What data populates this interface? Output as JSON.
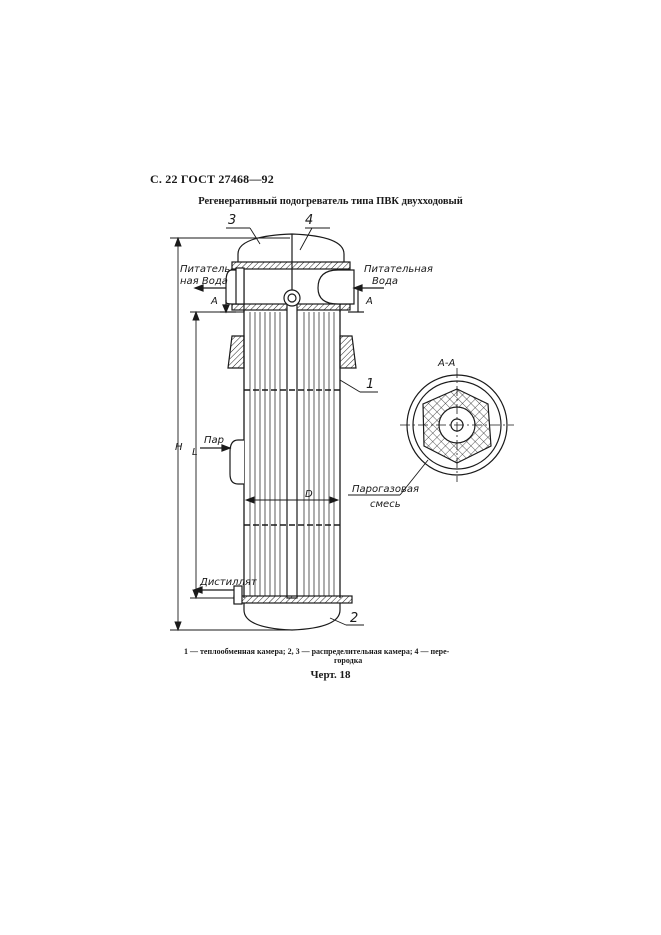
{
  "header": {
    "page": "С. 22 ГОСТ 27468—92"
  },
  "figure": {
    "title": "Регенеративный подогреватель типа ПВК двухходовый",
    "labels": {
      "feedwater_left_1": "Питатель-",
      "feedwater_left_2": "ная Вода",
      "feedwater_right_1": "Питательная",
      "feedwater_right_2": "Вода",
      "section_left": "А",
      "section_right": "А",
      "steam": "Пар",
      "distillate": "Дистиллят",
      "dim_H": "H",
      "dim_L": "L",
      "dim_D": "D",
      "section_title": "А-А",
      "mixture_1": "Парогазовая",
      "mixture_2": "смесь",
      "callout_1": "1",
      "callout_2": "2",
      "callout_3": "3",
      "callout_4": "4"
    },
    "caption_line1": "1 — теплообменная камера; 2, 3 — распределительная камера; 4 — пере-",
    "caption_line2": "городка",
    "number": "Черт. 18"
  }
}
